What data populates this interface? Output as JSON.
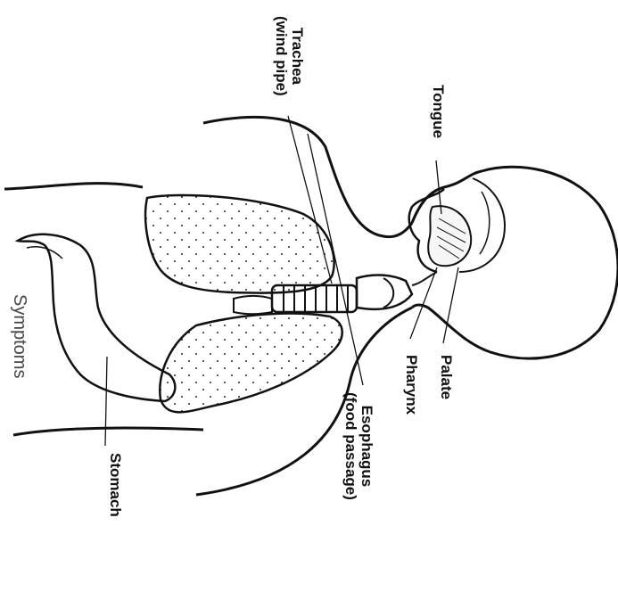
{
  "diagram": {
    "labels": {
      "trachea": [
        "Trachea",
        "(wind pipe)"
      ],
      "tongue": "Tongue",
      "palate": "Palate",
      "pharynx": "Pharynx",
      "esophagus": [
        "Esophagus",
        "(food passage)"
      ],
      "stomach": "Stomach"
    },
    "watermark": "Symptoms"
  }
}
